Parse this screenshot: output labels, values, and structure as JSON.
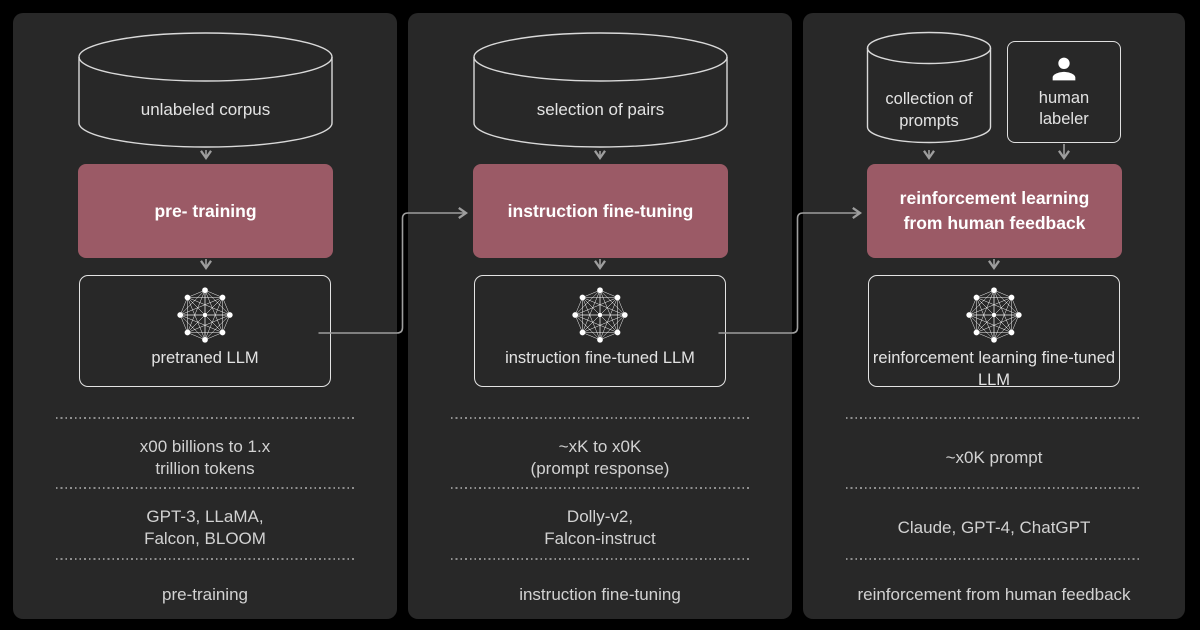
{
  "title": "LLM training stages diagram",
  "colors": {
    "background": "#000000",
    "panel_background": "#282828",
    "stage_accent": "#9b5a66",
    "arrow_line": "#9e9e9e",
    "box_border": "#e3e3e3",
    "text_primary": "#ffffff",
    "text_secondary": "#d2d2d2"
  },
  "icons": {
    "source": "database-cylinder-icon",
    "model": "network-graph-icon",
    "labeler": "person-icon"
  },
  "panels": [
    {
      "source": {
        "label": "unlabeled corpus"
      },
      "stage": "pre- training",
      "model": "pretraned LLM",
      "stats": {
        "size": "x00 billions to 1.x\ntrillion tokens",
        "models": "GPT-3, LLaMA,\nFalcon, BLOOM"
      },
      "footer": "pre-training"
    },
    {
      "source": {
        "label": "selection of pairs"
      },
      "stage": "instruction fine-tuning",
      "model": "instruction fine-tuned LLM",
      "stats": {
        "size": "~xK to x0K\n(prompt response)",
        "models": "Dolly-v2,\nFalcon-instruct"
      },
      "footer": "instruction fine-tuning"
    },
    {
      "source": {
        "label": "collection of\nprompts"
      },
      "labeler": {
        "label": "human\nlabeler"
      },
      "stage": "reinforcement learning from human feedback",
      "model": "reinforcement learning fine-tuned LLM",
      "stats": {
        "size": "~x0K prompt",
        "models": "Claude, GPT-4, ChatGPT"
      },
      "footer": "reinforcement from human feedback"
    }
  ]
}
